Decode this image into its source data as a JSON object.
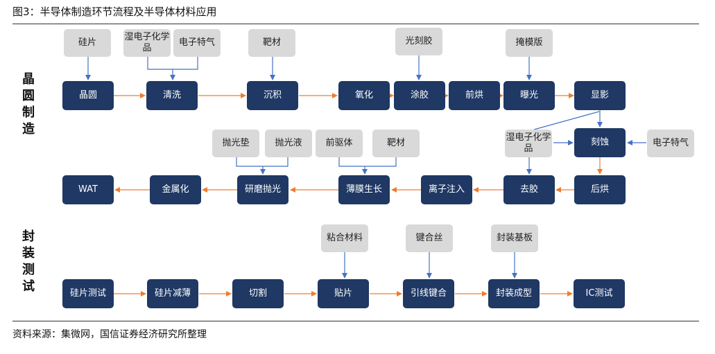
{
  "title": "图3：半导体制造环节流程及半导体材料应用",
  "source": "资料来源：集微网，国信证券经济研究所整理",
  "colors": {
    "step": "#1f3864",
    "material": "#d9d9d9",
    "flow_arrow": "#ed7d31",
    "input_arrow": "#4472c4"
  },
  "sections": {
    "wafer": "晶圆制造",
    "packaging": "封装测试"
  },
  "wafer": {
    "row1_steps": [
      "晶圆",
      "清洗",
      "沉积",
      "氧化",
      "涂胶",
      "前烘",
      "曝光",
      "显影"
    ],
    "row2_steps": [
      "刻蚀",
      "后烘",
      "去胶",
      "离子注入",
      "薄膜生长",
      "研磨抛光",
      "金属化",
      "WAT"
    ],
    "materials": {
      "silicon_wafer": "硅片",
      "wet_chemicals_1": "湿电子化学品",
      "special_gas_1": "电子特气",
      "target_1": "靶材",
      "photoresist": "光刻胶",
      "photomask": "掩模版",
      "wet_chemicals_2": "湿电子化学品",
      "special_gas_2": "电子特气",
      "polish_pad": "抛光垫",
      "polish_slurry": "抛光液",
      "precursor": "前驱体",
      "target_2": "靶材"
    }
  },
  "packaging": {
    "steps": [
      "硅片测试",
      "硅片减薄",
      "切割",
      "贴片",
      "引线键合",
      "封装成型",
      "IC测试"
    ],
    "materials": {
      "die_attach": "粘合材料",
      "bond_wire": "键合丝",
      "substrate": "封装基板"
    }
  }
}
